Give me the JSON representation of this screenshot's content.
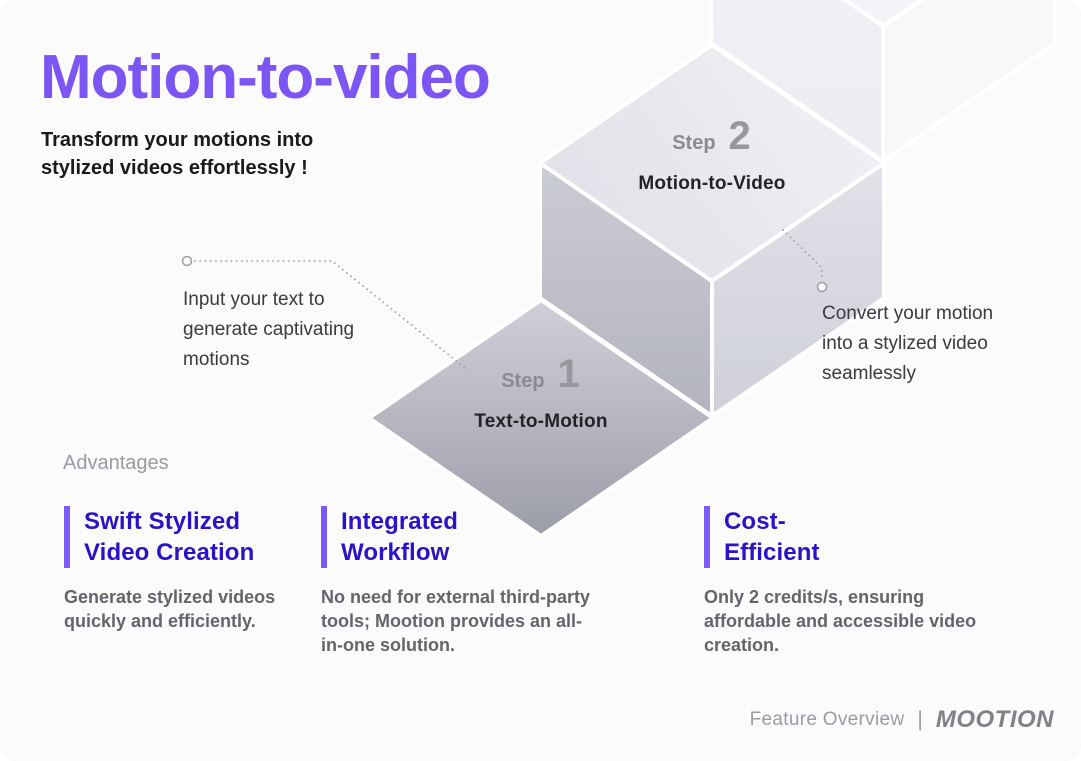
{
  "page": {
    "title": "Motion-to-video",
    "subtitle": "Transform your motions into\nstylized videos effortlessly !"
  },
  "diagram": {
    "steps": [
      {
        "label": "Step",
        "number": "1",
        "caption": "Text-to-Motion",
        "annotation": "Input your text to\ngenerate captivating\nmotions"
      },
      {
        "label": "Step",
        "number": "2",
        "caption": "Motion-to-Video",
        "annotation": "Convert your motion\ninto a stylized video\nseamlessly"
      }
    ]
  },
  "advantages": {
    "heading": "Advantages",
    "items": [
      {
        "title": "Swift Stylized\nVideo Creation",
        "description": "Generate stylized videos\nquickly and efficiently."
      },
      {
        "title": "Integrated\nWorkflow",
        "description": "No need for external third-party\ntools; Mootion provides an all-\nin-one solution."
      },
      {
        "title": "Cost-\nEfficient",
        "description": "Only 2 credits/s, ensuring\naffordable and accessible video\ncreation."
      }
    ]
  },
  "footer": {
    "label": "Feature Overview",
    "separator": "|",
    "brand": "MOOTION"
  },
  "colors": {
    "accent-purple": "#7C55F5",
    "heading-blue": "#2A13C7",
    "bar-purple": "#7A5BFA"
  }
}
